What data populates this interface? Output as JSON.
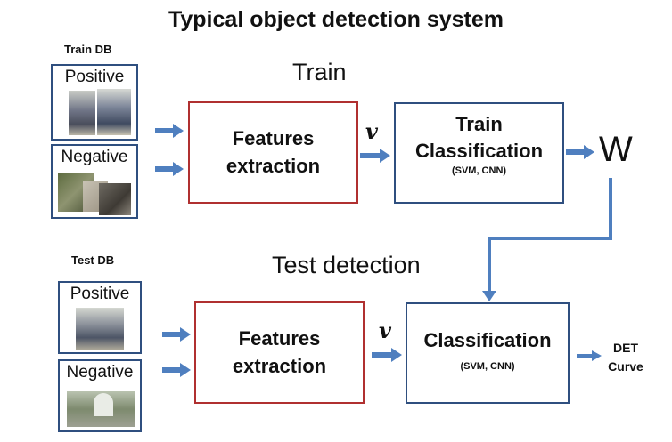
{
  "title": "Typical object detection system",
  "train": {
    "db_label": "Train DB",
    "section_label": "Train",
    "positive_label": "Positive",
    "negative_label": "Negative",
    "features_line1": "Features",
    "features_line2": "extraction",
    "vector_symbol": "v",
    "classifier_line1": "Train",
    "classifier_line2": "Classification",
    "classifier_methods": "(SVM, CNN)",
    "output": "W"
  },
  "test": {
    "db_label": "Test DB",
    "section_label": "Test detection",
    "positive_label": "Positive",
    "negative_label": "Negative",
    "features_line1": "Features",
    "features_line2": "extraction",
    "vector_symbol": "v",
    "classifier_line1": "Classification",
    "classifier_methods": "(SVM, CNN)",
    "output_line1": "DET",
    "output_line2": "Curve"
  },
  "colors": {
    "arrow": "#4f7fbf",
    "box_border": "#2f4f7f",
    "feature_box_border": "#b03030"
  }
}
